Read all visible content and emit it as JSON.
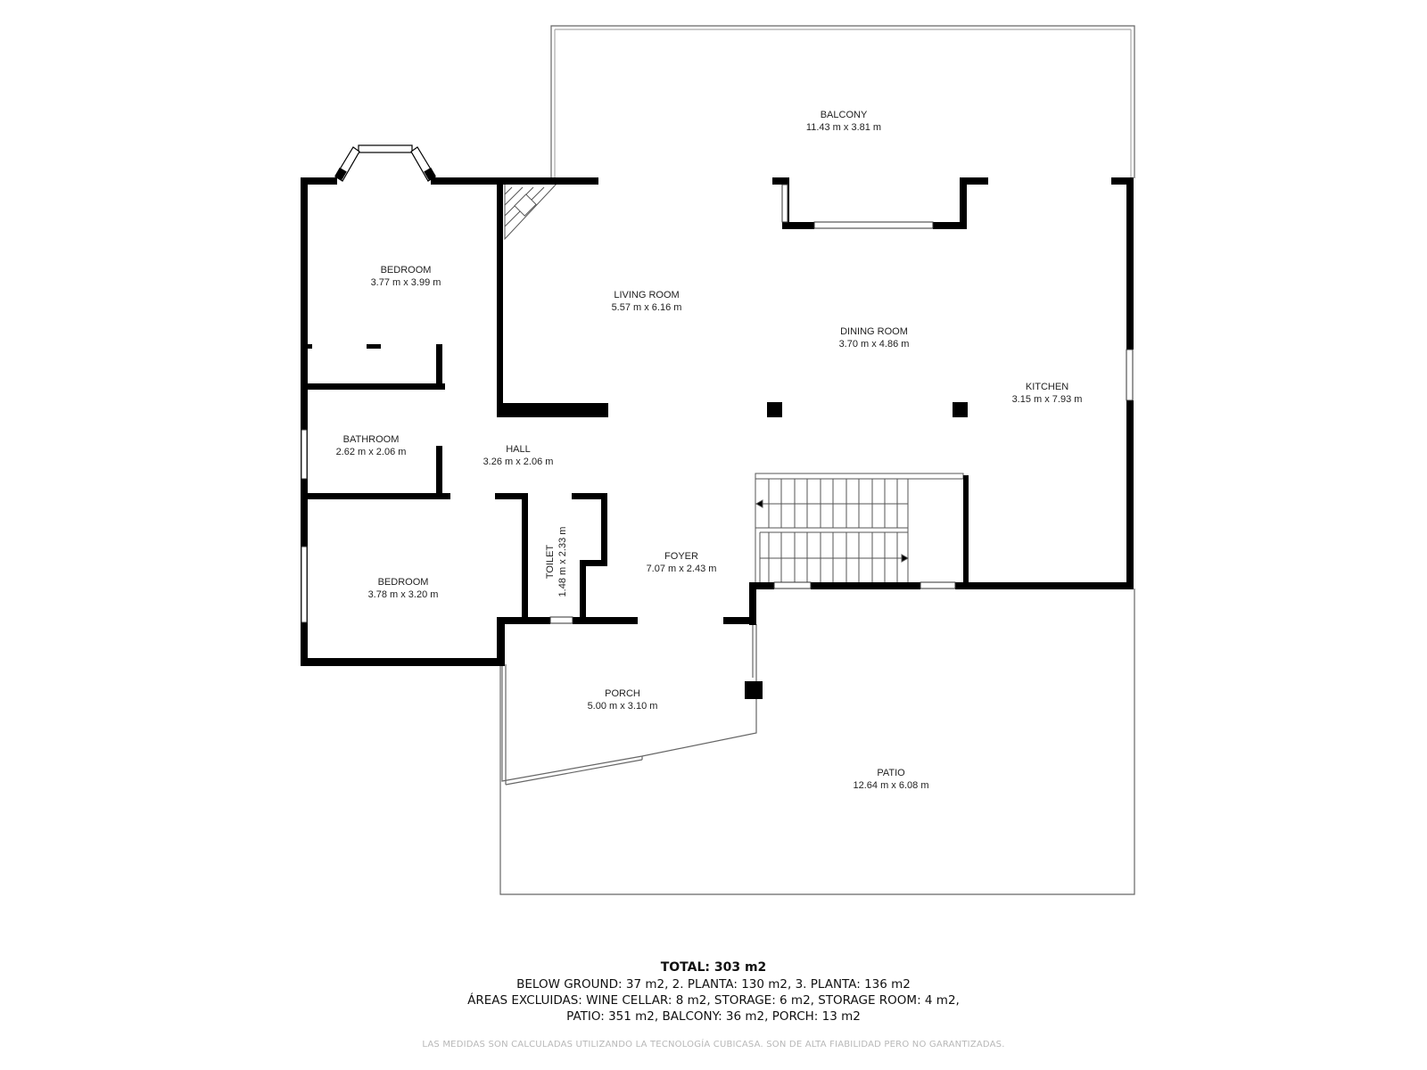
{
  "plan": {
    "wall_color": "#000000",
    "thin_line_color": "#555555",
    "rooms": [
      {
        "id": "balcony",
        "name": "BALCONY",
        "dims": "11.43 m x 3.81 m"
      },
      {
        "id": "bedroom1",
        "name": "BEDROOM",
        "dims": "3.77 m x 3.99 m"
      },
      {
        "id": "living",
        "name": "LIVING ROOM",
        "dims": "5.57 m x 6.16 m"
      },
      {
        "id": "dining",
        "name": "DINING ROOM",
        "dims": "3.70 m x 4.86 m"
      },
      {
        "id": "kitchen",
        "name": "KITCHEN",
        "dims": "3.15 m x 7.93 m"
      },
      {
        "id": "bathroom",
        "name": "BATHROOM",
        "dims": "2.62 m x 2.06 m"
      },
      {
        "id": "hall",
        "name": "HALL",
        "dims": "3.26 m x 2.06 m"
      },
      {
        "id": "toilet",
        "name": "TOILET",
        "dims": "1.48 m x 2.33 m"
      },
      {
        "id": "foyer",
        "name": "FOYER",
        "dims": "7.07 m x 2.43 m"
      },
      {
        "id": "bedroom2",
        "name": "BEDROOM",
        "dims": "3.78 m x 3.20 m"
      },
      {
        "id": "porch",
        "name": "PORCH",
        "dims": "5.00 m x 3.10 m"
      },
      {
        "id": "patio",
        "name": "PATIO",
        "dims": "12.64 m x 6.08 m"
      }
    ]
  },
  "summary": {
    "total": "TOTAL: 303 m2",
    "line1": "BELOW GROUND: 37 m2, 2. PLANTA: 130 m2, 3. PLANTA: 136 m2",
    "line2": "ÁREAS EXCLUIDAS: WINE CELLAR: 8 m2, STORAGE: 6 m2, STORAGE ROOM: 4 m2,",
    "line3": "PATIO: 351 m2, BALCONY: 36 m2, PORCH: 13 m2",
    "disclaimer": "LAS MEDIDAS SON CALCULADAS UTILIZANDO LA TECNOLOGÍA CUBICASA. SON DE ALTA FIABILIDAD PERO NO GARANTIZADAS."
  }
}
